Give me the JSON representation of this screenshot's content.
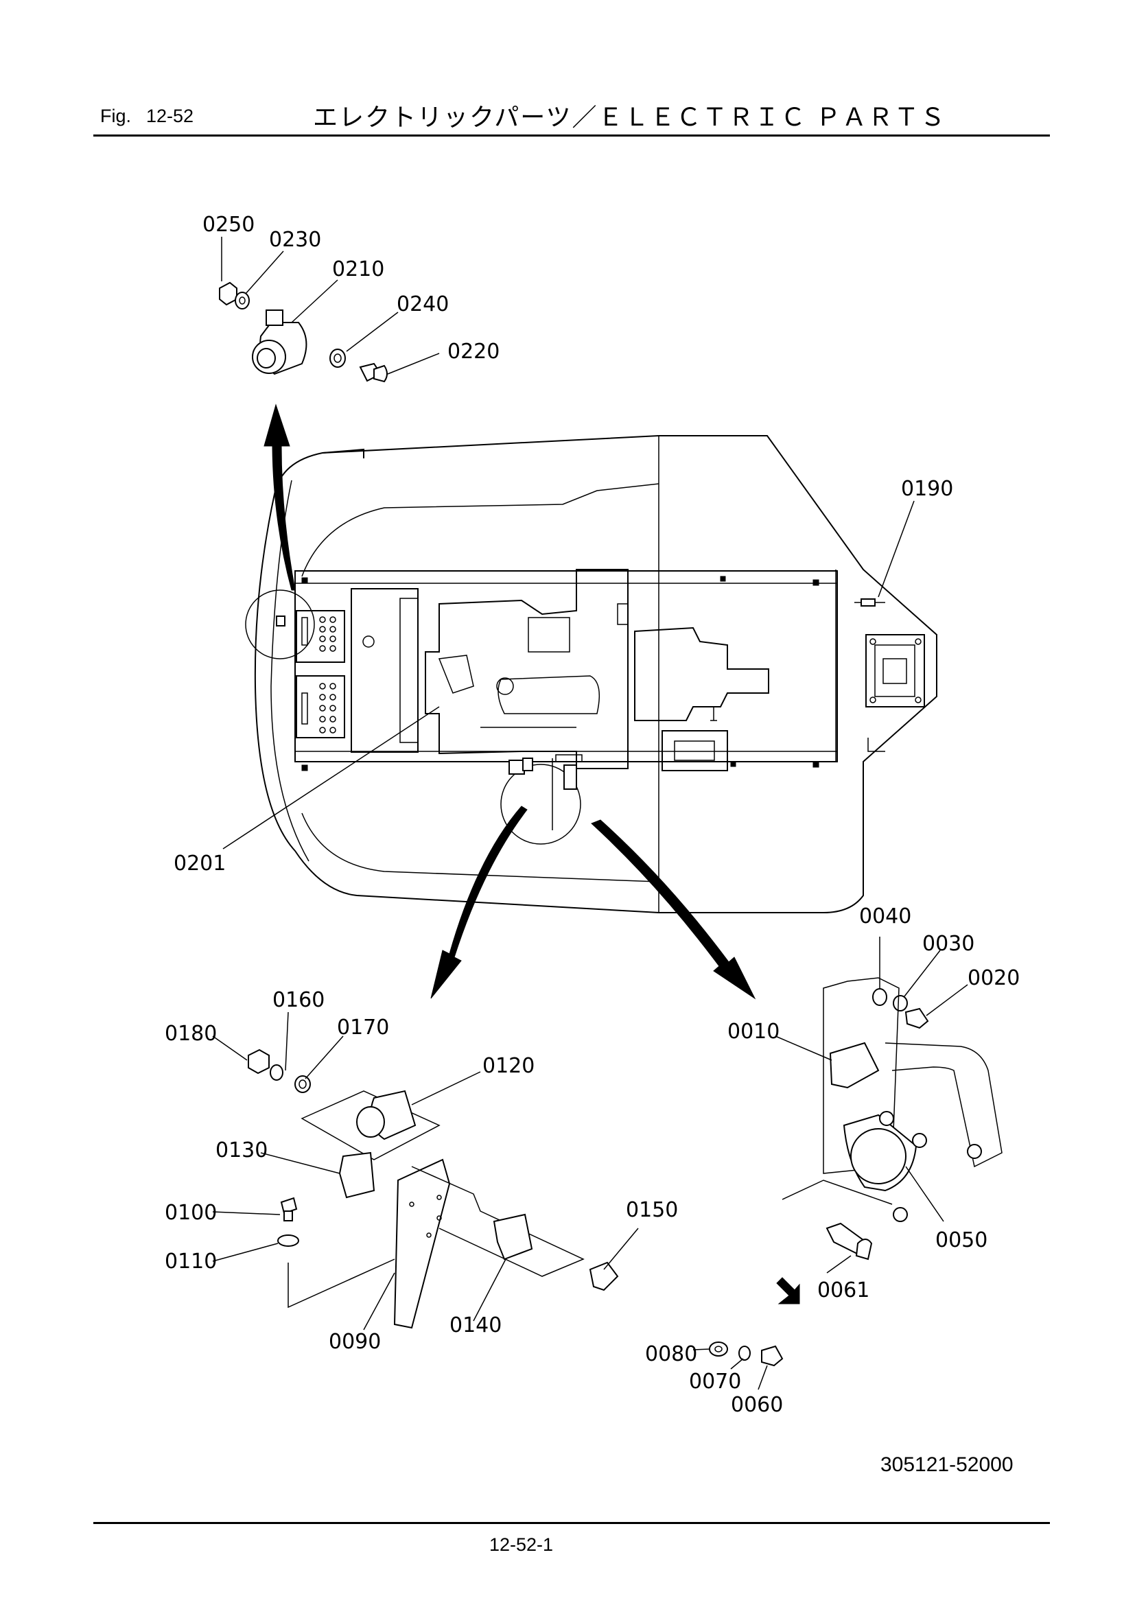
{
  "header": {
    "fig_prefix": "Fig.",
    "fig_number": "12-52",
    "title": "エレクトリックパーツ／ＥＬＥＣＴＲＩＣ ＰＡＲＴＳ"
  },
  "callouts": {
    "c0250": "0250",
    "c0230": "0230",
    "c0210": "0210",
    "c0240": "0240",
    "c0220": "0220",
    "c0190": "0190",
    "c0201": "0201",
    "c0040": "0040",
    "c0030": "0030",
    "c0020": "0020",
    "c0010": "0010",
    "c0050": "0050",
    "c0061": "0061",
    "c0080": "0080",
    "c0070": "0070",
    "c0060": "0060",
    "c0160": "0160",
    "c0180": "0180",
    "c0170": "0170",
    "c0120": "0120",
    "c0130": "0130",
    "c0100": "0100",
    "c0110": "0110",
    "c0090": "0090",
    "c0140": "0140",
    "c0150": "0150"
  },
  "footer": {
    "drawing_number": "305121-52000",
    "page_number": "12-52-1"
  }
}
